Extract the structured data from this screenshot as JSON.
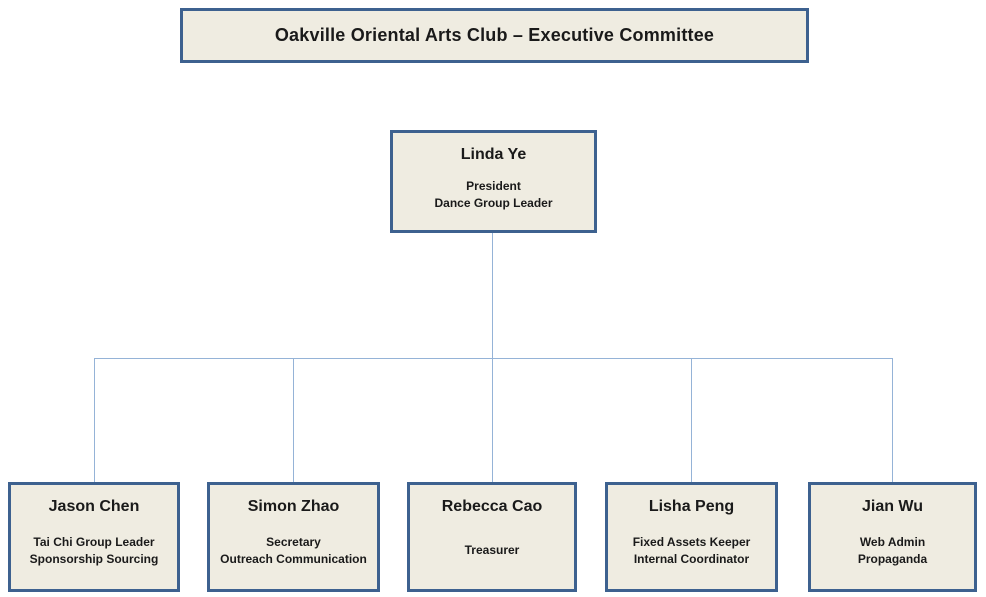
{
  "colors": {
    "box_fill": "#EFECE1",
    "box_border": "#3D618F",
    "connector": "#95B3D7",
    "text": "#1A1A1A"
  },
  "title": {
    "label": "Oakville Oriental Arts Club – Executive Committee"
  },
  "root": {
    "name": "Linda Ye",
    "roles": [
      "President",
      "Dance Group Leader"
    ]
  },
  "members": [
    {
      "name": "Jason Chen",
      "roles": [
        "Tai Chi Group Leader",
        "Sponsorship Sourcing"
      ]
    },
    {
      "name": "Simon Zhao",
      "roles": [
        "Secretary",
        "Outreach Communication"
      ]
    },
    {
      "name": "Rebecca Cao",
      "roles": [
        "Treasurer"
      ]
    },
    {
      "name": "Lisha Peng",
      "roles": [
        "Fixed Assets Keeper",
        "Internal Coordinator"
      ]
    },
    {
      "name": "Jian Wu",
      "roles": [
        "Web Admin",
        "Propaganda"
      ]
    }
  ]
}
